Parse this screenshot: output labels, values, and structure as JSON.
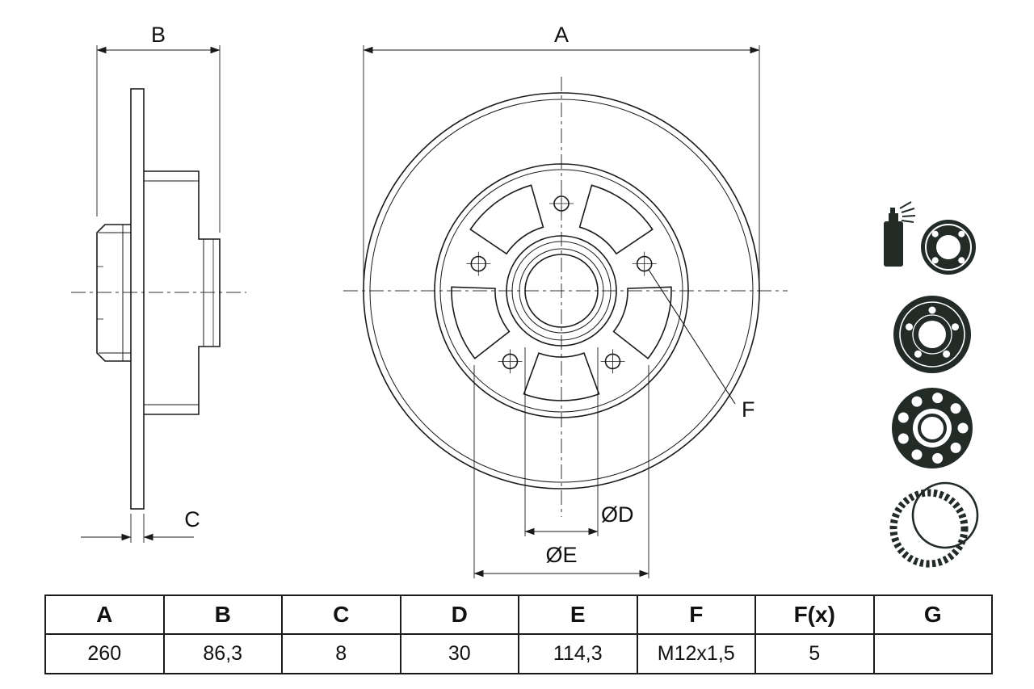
{
  "colors": {
    "ink": "#1a1a1a",
    "icon_ink": "#222b26"
  },
  "drawing": {
    "dim_labels": {
      "a": "A",
      "b": "B",
      "c": "C",
      "dia_d": "ØD",
      "dia_e": "ØE",
      "f": "F"
    }
  },
  "icons": [
    {
      "name": "cleaner-spray-and-drum-icon"
    },
    {
      "name": "brake-disc-icon"
    },
    {
      "name": "ball-bearing-icon"
    },
    {
      "name": "abs-sensor-ring-icon"
    }
  ],
  "table": {
    "headers": [
      "A",
      "B",
      "C",
      "D",
      "E",
      "F",
      "F(x)",
      "G"
    ],
    "values": [
      "260",
      "86,3",
      "8",
      "30",
      "114,3",
      "M12x1,5",
      "5",
      ""
    ]
  }
}
